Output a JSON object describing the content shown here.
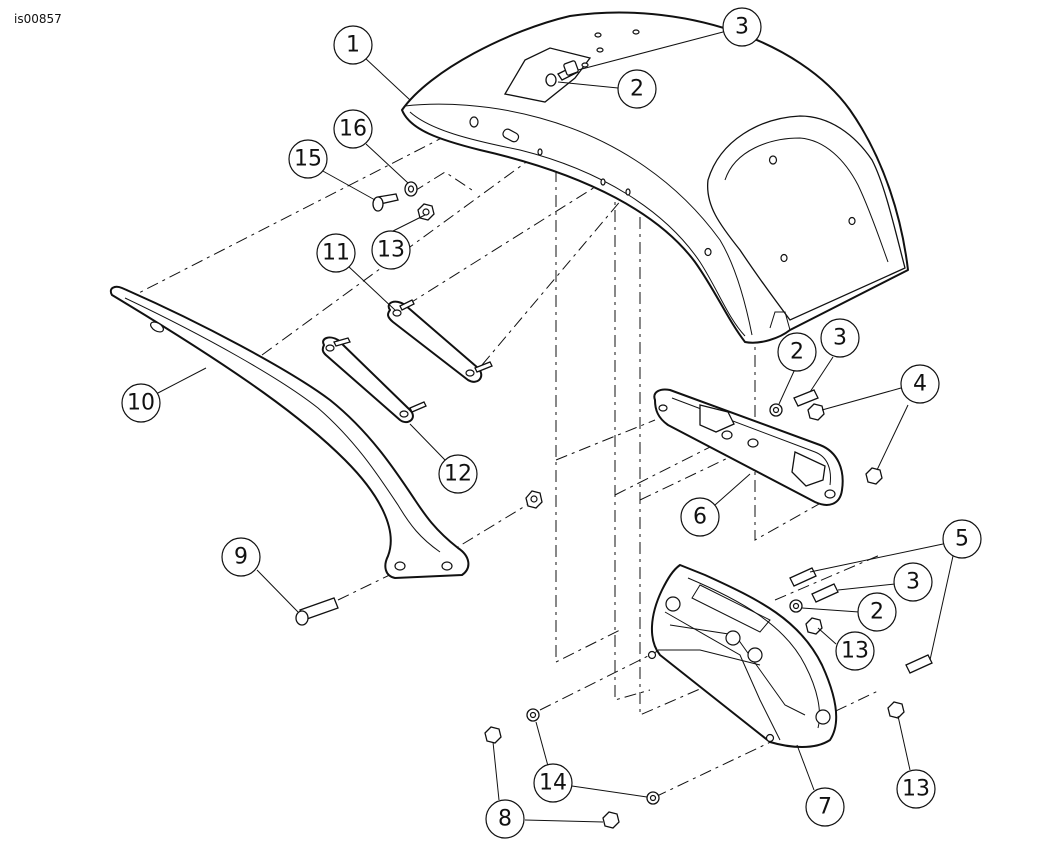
{
  "figure_id": "is00857",
  "callouts": [
    {
      "label": "1"
    },
    {
      "label": "2"
    },
    {
      "label": "3"
    },
    {
      "label": "16"
    },
    {
      "label": "15"
    },
    {
      "label": "13"
    },
    {
      "label": "11"
    },
    {
      "label": "10"
    },
    {
      "label": "12"
    },
    {
      "label": "2"
    },
    {
      "label": "3"
    },
    {
      "label": "4"
    },
    {
      "label": "6"
    },
    {
      "label": "9"
    },
    {
      "label": "5"
    },
    {
      "label": "3"
    },
    {
      "label": "2"
    },
    {
      "label": "13"
    },
    {
      "label": "14"
    },
    {
      "label": "8"
    },
    {
      "label": "7"
    },
    {
      "label": "13"
    }
  ]
}
